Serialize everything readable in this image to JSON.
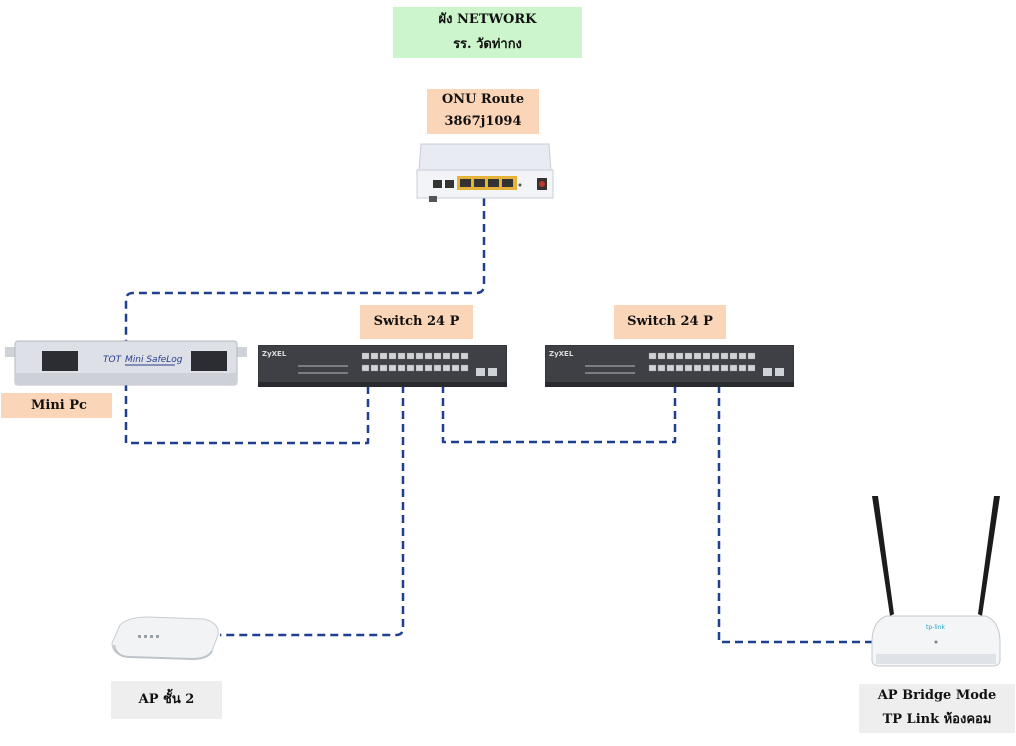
{
  "title": {
    "line1": "ผัง NETWORK",
    "line2": "รร. วัดท่ากง"
  },
  "onu": {
    "line1": "ONU Route",
    "line2": "3867j1094"
  },
  "minipc": {
    "label": "Mini Pc",
    "brand": "Mini SafeLog"
  },
  "switch1": {
    "label": "Switch 24 P",
    "brand": "ZyXEL"
  },
  "switch2": {
    "label": "Switch 24 P",
    "brand": "ZyXEL"
  },
  "ap2": {
    "label": "AP ชั้น 2"
  },
  "apbridge": {
    "line1": "AP Bridge Mode",
    "line2": "TP Link ห้องคอม"
  },
  "colors": {
    "link": "#1f3f8f",
    "title_bg": "#ccf5cc",
    "label_bg": "#fbd5b7",
    "grey_bg": "#eeeeee"
  }
}
